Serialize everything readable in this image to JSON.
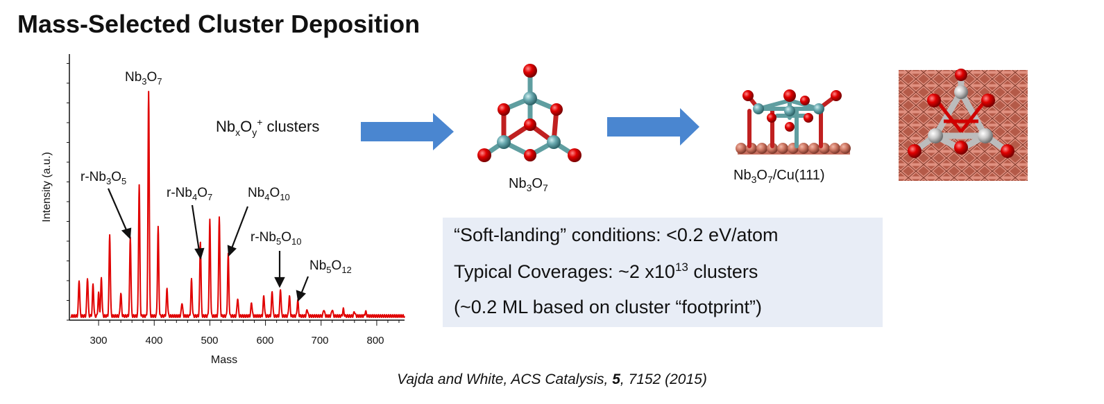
{
  "title": "Mass-Selected Cluster Deposition",
  "spectrum": {
    "ylabel": "Intensity (a.u.)",
    "xlabel": "Mass",
    "xticks": [
      "300",
      "400",
      "500",
      "600",
      "700",
      "800"
    ],
    "peak_labels": {
      "nb3o7": {
        "main": "Nb",
        "s1": "3",
        "mid": "O",
        "s2": "7"
      },
      "r_nb3o5": {
        "main": "r-Nb",
        "s1": "3",
        "mid": "O",
        "s2": "5"
      },
      "r_nb4o7": {
        "main": "r-Nb",
        "s1": "4",
        "mid": "O",
        "s2": "7"
      },
      "nb4o10": {
        "main": "Nb",
        "s1": "4",
        "mid": "O",
        "s2": "10"
      },
      "r_nb5o10": {
        "main": "r-Nb",
        "s1": "5",
        "mid": "O",
        "s2": "10"
      },
      "nb5o12": {
        "main": "Nb",
        "s1": "5",
        "mid": "O",
        "s2": "12"
      }
    }
  },
  "chart_data": {
    "type": "line",
    "xlabel": "Mass",
    "ylabel": "Intensity (a.u.)",
    "xlim": [
      250,
      850
    ],
    "ylim": [
      0,
      1
    ],
    "series": [
      {
        "x": [
          265,
          280,
          290,
          300,
          305,
          320,
          340,
          357,
          373,
          390,
          407,
          423,
          450,
          467,
          483,
          500,
          517,
          533,
          550,
          575,
          597,
          612,
          627,
          643,
          658,
          675,
          705,
          720,
          740,
          760,
          780
        ],
        "values": [
          0.16,
          0.17,
          0.14,
          0.1,
          0.17,
          0.36,
          0.1,
          0.35,
          0.58,
          1.0,
          0.39,
          0.12,
          0.06,
          0.16,
          0.33,
          0.42,
          0.44,
          0.27,
          0.08,
          0.06,
          0.09,
          0.11,
          0.12,
          0.09,
          0.07,
          0.03,
          0.03,
          0.03,
          0.03,
          0.02,
          0.02
        ]
      }
    ],
    "color": "#e00000"
  },
  "arrow1_label": {
    "main": "Nb",
    "sub1": "x",
    "mid": "O",
    "sub2": "y",
    "sup": "+",
    "tail": " clusters"
  },
  "cluster_label": {
    "main": "Nb",
    "s1": "3",
    "mid": "O",
    "s2": "7"
  },
  "surface_label": {
    "main": "Nb",
    "s1": "3",
    "mid": "O",
    "s2": "7",
    "tail": "/Cu(111)"
  },
  "info": {
    "line1": "“Soft-landing” conditions: <0.2 eV/atom",
    "line2_pre": "Typical Coverages: ~2 x10",
    "line2_sup": "13",
    "line2_post": " clusters",
    "line3": "(~0.2 ML based on cluster “footprint”)"
  },
  "citation": {
    "authors": "Vajda and White, ACS Catalysis, ",
    "volume": "5",
    "rest": ", 7152 (2015)"
  },
  "colors": {
    "spectrum": "#e00000",
    "arrow": "#4a86d0",
    "oxygen": "#e00000",
    "niobium": "#5f9ea0",
    "copper": "#c87060",
    "box": "#e8edf6"
  }
}
